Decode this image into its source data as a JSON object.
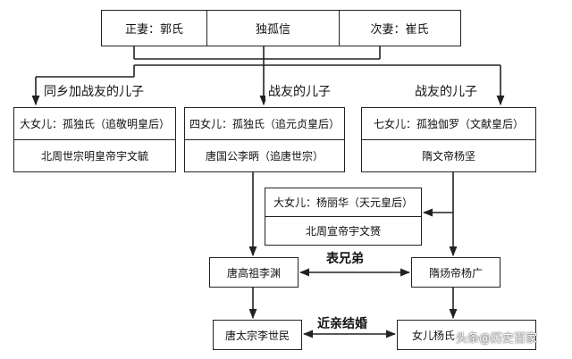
{
  "top": {
    "wife_main": "正妻：郭氏",
    "person": "独孤信",
    "wife_second": "次妻：崔氏"
  },
  "branches": {
    "left": "同乡加战友的儿子",
    "middle": "战友的儿子",
    "right": "战友的儿子"
  },
  "daughters": {
    "eldest": {
      "title": "大女儿：孤独氏（追敬明皇后）",
      "husband": "北周世宗明皇帝宇文毓"
    },
    "fourth": {
      "title": "四女儿：孤独氏（追元贞皇后）",
      "husband": "唐国公李昞（追唐世宗）"
    },
    "seventh": {
      "title": "七女儿：孤独伽罗（文献皇后）",
      "husband": "隋文帝杨坚"
    },
    "granddaughter": {
      "title": "大女儿：杨丽华（天元皇后）",
      "husband": "北周宣帝宇文赟"
    }
  },
  "descendants": {
    "gaozu": "唐高祖李渊",
    "yangdi": "隋炀帝杨广",
    "taizong": "唐太宗李世民",
    "daughter_yang": "女儿杨氏"
  },
  "relations": {
    "cousins": "表兄弟",
    "close_marriage": "近亲结婚"
  },
  "watermark": "头条@历史百家"
}
